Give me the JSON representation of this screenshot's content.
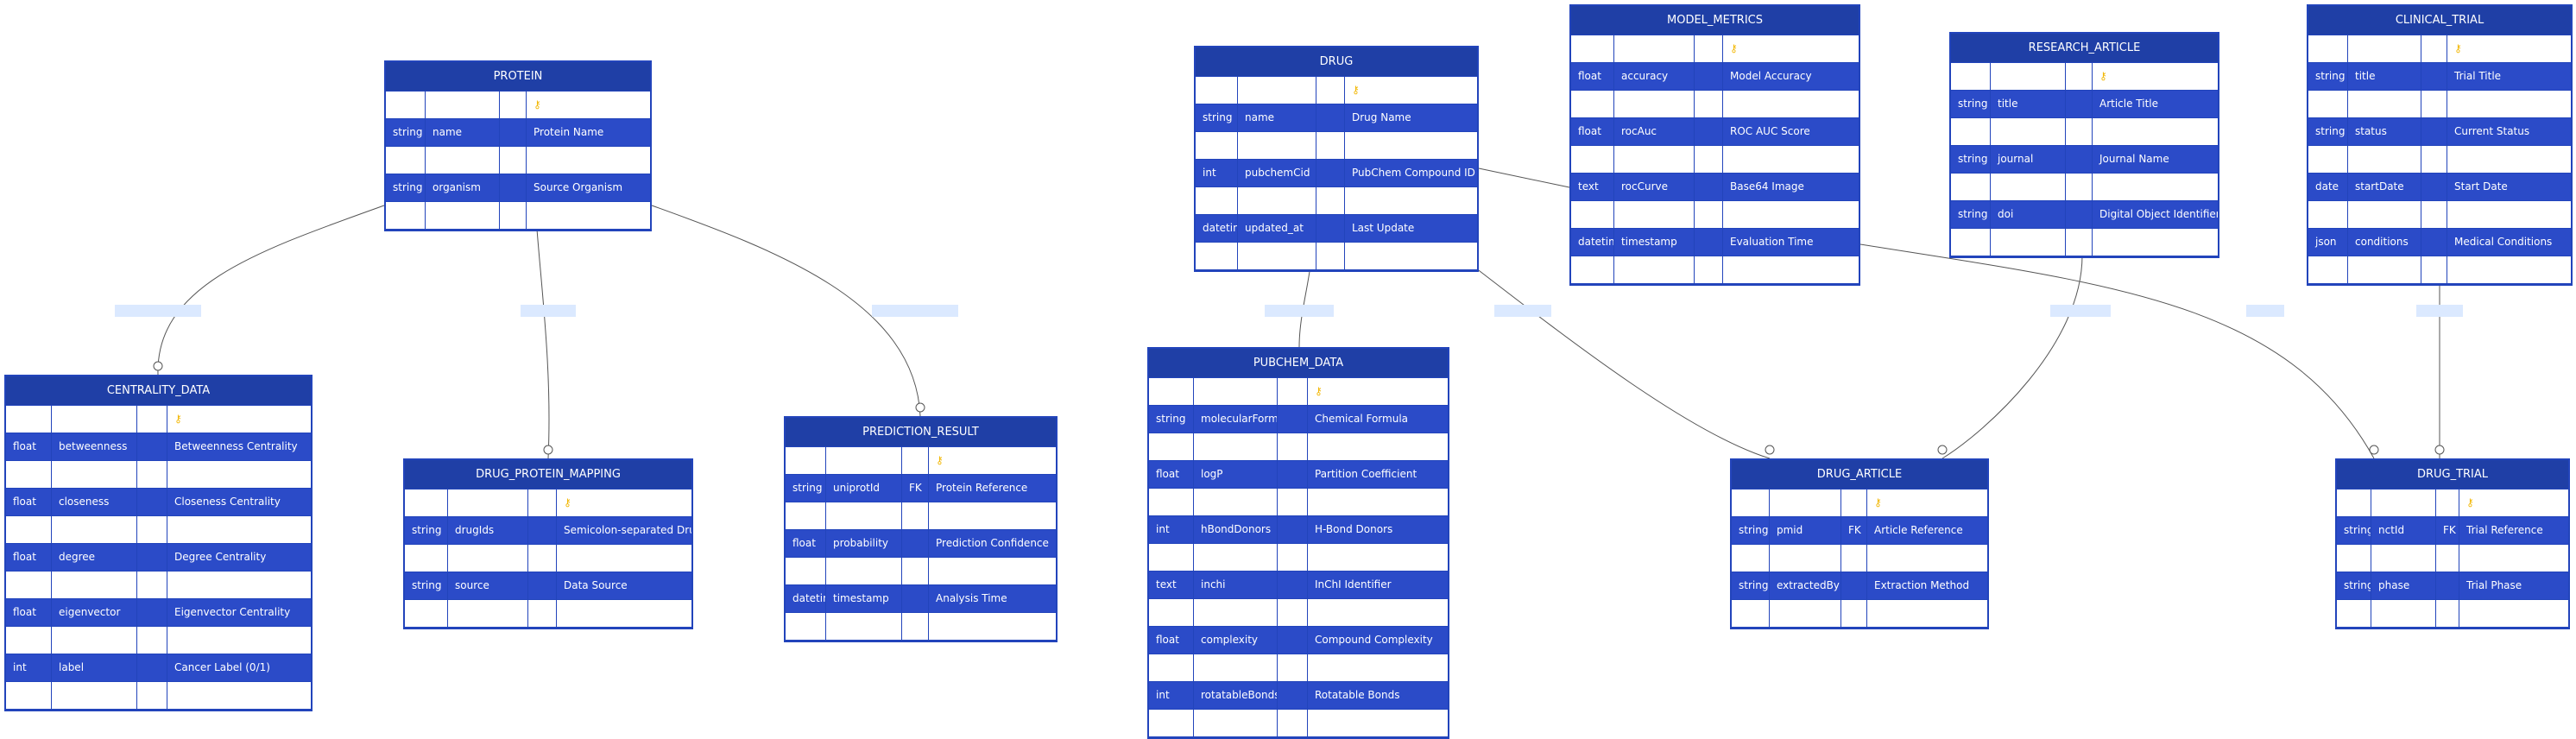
{
  "entities": {
    "protein": {
      "title": "PROTEIN",
      "rows": [
        [
          "string",
          "name",
          "",
          "Protein Name"
        ],
        [
          "string",
          "organism",
          "",
          "Source Organism"
        ]
      ]
    },
    "drug": {
      "title": "DRUG",
      "rows": [
        [
          "string",
          "name",
          "",
          "Drug Name"
        ],
        [
          "int",
          "pubchemCid",
          "",
          "PubChem Compound ID"
        ],
        [
          "datetime",
          "updated_at",
          "",
          "Last Update"
        ]
      ]
    },
    "model_metrics": {
      "title": "MODEL_METRICS",
      "rows": [
        [
          "float",
          "accuracy",
          "",
          "Model Accuracy"
        ],
        [
          "float",
          "rocAuc",
          "",
          "ROC AUC Score"
        ],
        [
          "text",
          "rocCurve",
          "",
          "Base64 Image"
        ],
        [
          "datetime",
          "timestamp",
          "",
          "Evaluation Time"
        ]
      ]
    },
    "research_article": {
      "title": "RESEARCH_ARTICLE",
      "rows": [
        [
          "string",
          "title",
          "",
          "Article Title"
        ],
        [
          "string",
          "journal",
          "",
          "Journal Name"
        ],
        [
          "string",
          "doi",
          "",
          "Digital Object Identifier"
        ]
      ]
    },
    "clinical_trial": {
      "title": "CLINICAL_TRIAL",
      "rows": [
        [
          "string",
          "title",
          "",
          "Trial Title"
        ],
        [
          "string",
          "status",
          "",
          "Current Status"
        ],
        [
          "date",
          "startDate",
          "",
          "Start Date"
        ],
        [
          "json",
          "conditions",
          "",
          "Medical Conditions"
        ]
      ]
    },
    "centrality_data": {
      "title": "CENTRALITY_DATA",
      "rows": [
        [
          "float",
          "betweenness",
          "",
          "Betweenness Centrality"
        ],
        [
          "float",
          "closeness",
          "",
          "Closeness Centrality"
        ],
        [
          "float",
          "degree",
          "",
          "Degree Centrality"
        ],
        [
          "float",
          "eigenvector",
          "",
          "Eigenvector Centrality"
        ],
        [
          "int",
          "label",
          "",
          "Cancer Label (0/1)"
        ]
      ]
    },
    "drug_protein_mapping": {
      "title": "DRUG_PROTEIN_MAPPING",
      "rows": [
        [
          "string",
          "drugIds",
          "",
          "Semicolon-separated Drug IDs"
        ],
        [
          "string",
          "source",
          "",
          "Data Source"
        ]
      ]
    },
    "prediction_result": {
      "title": "PREDICTION_RESULT",
      "rows": [
        [
          "string",
          "uniprotId",
          "FK",
          "Protein Reference"
        ],
        [
          "float",
          "probability",
          "",
          "Prediction Confidence"
        ],
        [
          "datetime",
          "timestamp",
          "",
          "Analysis Time"
        ]
      ]
    },
    "pubchem_data": {
      "title": "PUBCHEM_DATA",
      "rows": [
        [
          "string",
          "molecularFormula",
          "",
          "Chemical Formula"
        ],
        [
          "float",
          "logP",
          "",
          "Partition Coefficient"
        ],
        [
          "int",
          "hBondDonors",
          "",
          "H-Bond Donors"
        ],
        [
          "text",
          "inchi",
          "",
          "InChI Identifier"
        ],
        [
          "float",
          "complexity",
          "",
          "Compound Complexity"
        ],
        [
          "int",
          "rotatableBonds",
          "",
          "Rotatable Bonds"
        ]
      ]
    },
    "drug_article": {
      "title": "DRUG_ARTICLE",
      "rows": [
        [
          "string",
          "pmid",
          "FK",
          "Article Reference"
        ],
        [
          "string",
          "extractedBy",
          "",
          "Extraction Method"
        ]
      ]
    },
    "drug_trial": {
      "title": "DRUG_TRIAL",
      "rows": [
        [
          "string",
          "nctId",
          "FK",
          "Trial Reference"
        ],
        [
          "string",
          "phase",
          "",
          "Trial Phase"
        ]
      ]
    }
  },
  "colors": {
    "header": "#1f3fa6",
    "row_filled": "#2b4bc8",
    "border": "#2244bb",
    "key": "#f2b705",
    "edge": "#555555",
    "edge_label_bg": "#dbe9ff"
  }
}
